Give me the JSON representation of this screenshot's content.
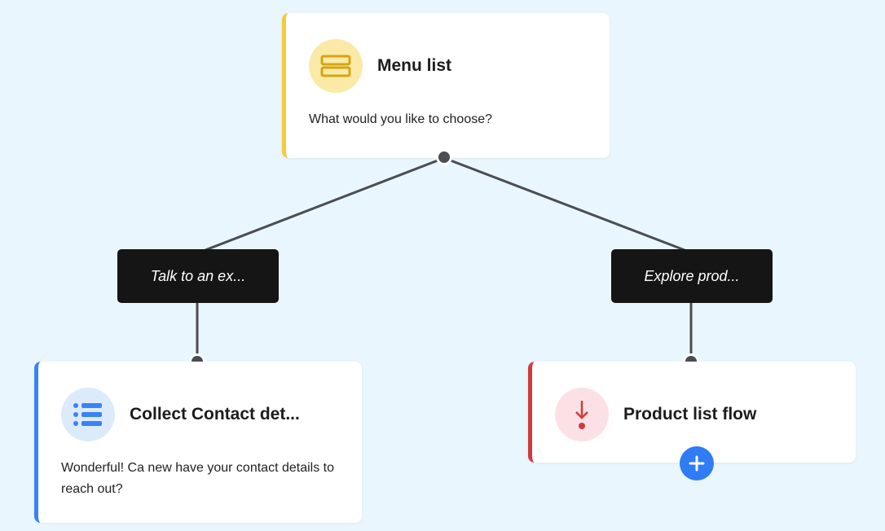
{
  "canvas": {
    "background": "#eaf6fd",
    "line_color": "#4a4d52"
  },
  "nodes": {
    "menu": {
      "title": "Menu list",
      "text": "What would you like to choose?",
      "icon": "menu-list-icon",
      "accent": "#f2cc3d"
    },
    "contact": {
      "title": "Collect Contact det...",
      "text": "Wonderful! Ca new have your contact details to reach out?",
      "icon": "list-icon",
      "accent": "#3b82f6"
    },
    "product": {
      "title": "Product list flow",
      "icon": "arrow-down-icon",
      "accent": "#d33a3a"
    }
  },
  "edges": {
    "left_label": "Talk to an ex...",
    "right_label": "Explore prod..."
  },
  "actions": {
    "add_icon": "plus-icon",
    "add_color": "#2f7cf6"
  }
}
